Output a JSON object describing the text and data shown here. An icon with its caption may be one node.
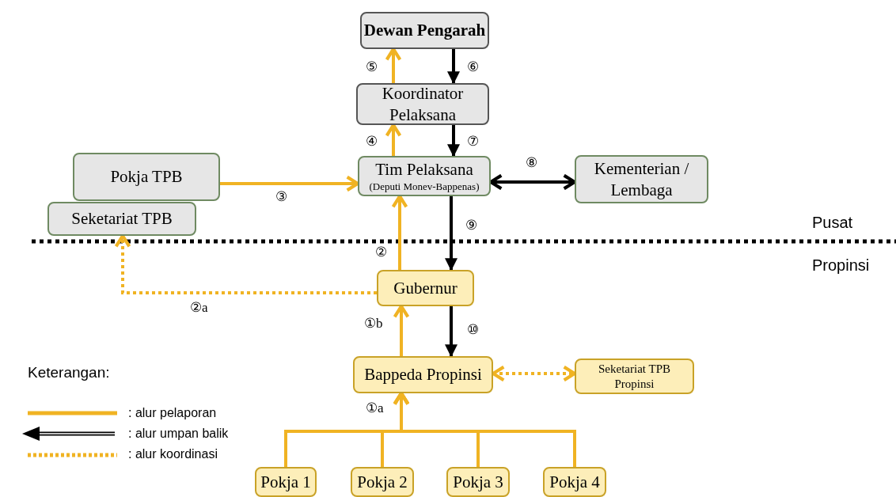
{
  "diagram": {
    "nodes": [
      {
        "text": [
          "Dewan Pengarah"
        ]
      },
      {
        "text": [
          "Koordinator Pelaksana"
        ]
      },
      {
        "text": [
          "Tim Pelaksana",
          "(Deputi Monev-Bappenas)"
        ]
      },
      {
        "text": [
          "Kementerian / Lembaga"
        ]
      },
      {
        "text": [
          "Seketariat TPB"
        ]
      },
      {
        "text": [
          "Pokja TPB"
        ]
      },
      {
        "text": [
          "Gubernur"
        ]
      },
      {
        "text": [
          "Bappeda Propinsi"
        ]
      },
      {
        "text": [
          "Seketariat TPB Propinsi"
        ]
      },
      {
        "text": [
          "Pokja 1"
        ]
      },
      {
        "text": [
          "Pokja 2"
        ]
      },
      {
        "text": [
          "Pokja 3"
        ]
      },
      {
        "text": [
          "Pokja 4"
        ]
      }
    ],
    "edges": [
      {
        "from": 1,
        "to": 0,
        "arrow": "to",
        "label": "⑤"
      },
      {
        "from": 0,
        "to": 1,
        "arrow": "to",
        "label": "⑥",
        "color": "#000000"
      },
      {
        "from": 2,
        "to": 1,
        "arrow": "to",
        "label": "④"
      },
      {
        "from": 1,
        "to": 2,
        "arrow": "to",
        "label": "⑦",
        "color": "#000000"
      },
      {
        "from": 5,
        "to": 2,
        "arrow": "to",
        "label": "③"
      },
      {
        "from": 2,
        "to": 3,
        "arrow": "both",
        "label": "⑧",
        "color": "#000000"
      },
      {
        "from": 2,
        "to": 6,
        "arrow": "to",
        "label": "⑨",
        "color": "#000000"
      },
      {
        "from": 6,
        "to": 2,
        "arrow": "to",
        "label": "②"
      },
      {
        "from": 6,
        "to": 4,
        "arrow": "to",
        "label": "②a",
        "style": "dashed"
      },
      {
        "from": 7,
        "to": 6,
        "arrow": "to",
        "label": "①b"
      },
      {
        "from": 6,
        "to": 7,
        "arrow": "to",
        "label": "⑩",
        "color": "#000000"
      },
      {
        "from": 7,
        "to": 8,
        "arrow": "both",
        "style": "dashed"
      },
      {
        "from": 9,
        "to": 7,
        "arrow": "to",
        "label": "①a"
      },
      {
        "from": 10,
        "to": 7,
        "arrow": "to"
      },
      {
        "from": 11,
        "to": 7,
        "arrow": "to"
      },
      {
        "from": 12,
        "to": 7,
        "arrow": "to"
      }
    ],
    "labels": [
      "Pusat",
      "Propinsi",
      "Keterangan:"
    ],
    "legend": [
      {
        "text": ": alur pelaporan"
      },
      {
        "text": ": alur umpan balik"
      },
      {
        "text": ": alur koordinasi"
      }
    ]
  }
}
